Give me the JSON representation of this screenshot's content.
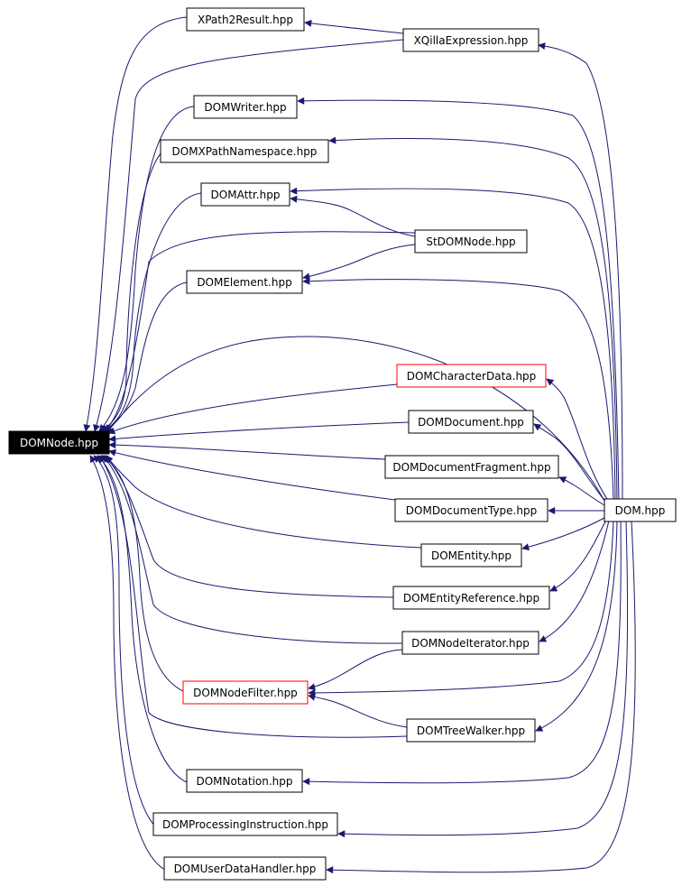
{
  "graph": {
    "colors": {
      "edge": "#191970",
      "focus_fill": "#000000",
      "focus_text": "#ffffff",
      "red_border": "#ff0000",
      "normal_border": "#000000"
    },
    "nodes": {
      "domnode": {
        "label": "DOMNode.hpp",
        "style": "focus"
      },
      "xpath2result": {
        "label": "XPath2Result.hpp",
        "style": "normal"
      },
      "xqillaexpression": {
        "label": "XQillaExpression.hpp",
        "style": "normal"
      },
      "domwriter": {
        "label": "DOMWriter.hpp",
        "style": "normal"
      },
      "domxpathnamespace": {
        "label": "DOMXPathNamespace.hpp",
        "style": "normal"
      },
      "domattr": {
        "label": "DOMAttr.hpp",
        "style": "normal"
      },
      "stdomnode": {
        "label": "StDOMNode.hpp",
        "style": "normal"
      },
      "domelement": {
        "label": "DOMElement.hpp",
        "style": "normal"
      },
      "domcharacterdata": {
        "label": "DOMCharacterData.hpp",
        "style": "red"
      },
      "domdocument": {
        "label": "DOMDocument.hpp",
        "style": "normal"
      },
      "domdocumentfragment": {
        "label": "DOMDocumentFragment.hpp",
        "style": "normal"
      },
      "domdocumenttype": {
        "label": "DOMDocumentType.hpp",
        "style": "normal"
      },
      "dom": {
        "label": "DOM.hpp",
        "style": "normal"
      },
      "domentity": {
        "label": "DOMEntity.hpp",
        "style": "normal"
      },
      "domentityreference": {
        "label": "DOMEntityReference.hpp",
        "style": "normal"
      },
      "domnodeiterator": {
        "label": "DOMNodeIterator.hpp",
        "style": "normal"
      },
      "domnodefilter": {
        "label": "DOMNodeFilter.hpp",
        "style": "red"
      },
      "domtreewalker": {
        "label": "DOMTreeWalker.hpp",
        "style": "normal"
      },
      "domnotation": {
        "label": "DOMNotation.hpp",
        "style": "normal"
      },
      "domprocessinginstruction": {
        "label": "DOMProcessingInstruction.hpp",
        "style": "normal"
      },
      "domuserdatahandler": {
        "label": "DOMUserDataHandler.hpp",
        "style": "normal"
      }
    }
  }
}
